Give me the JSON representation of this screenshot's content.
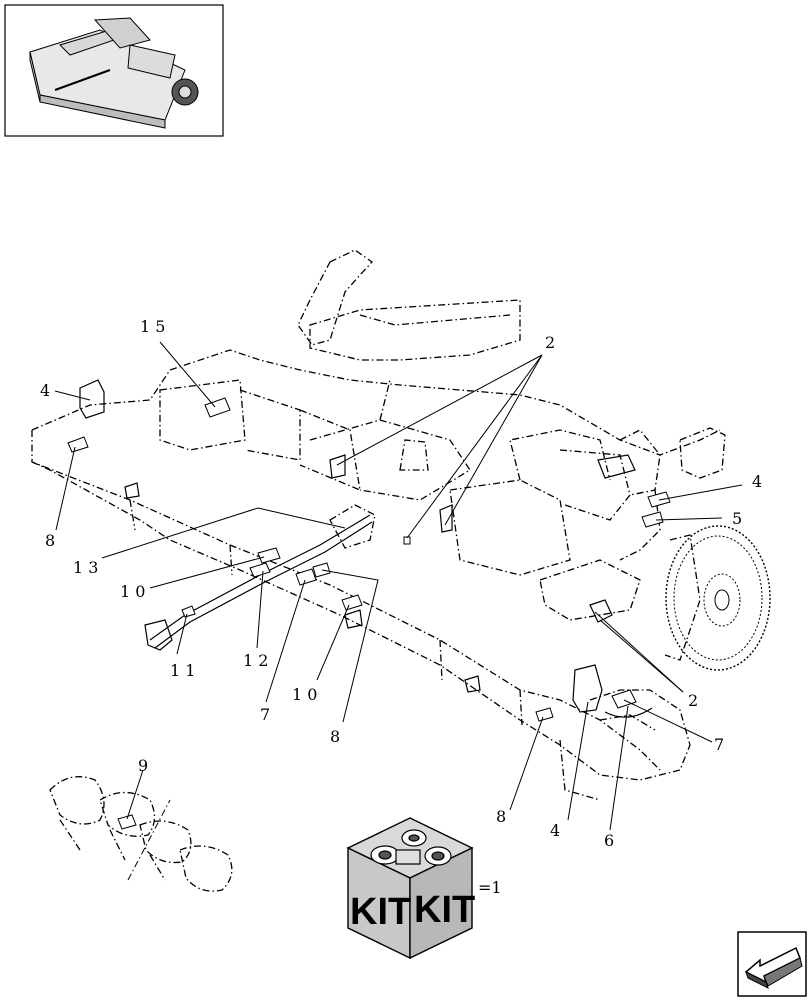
{
  "callouts": {
    "c15": "1 5",
    "c4_left": "4",
    "c8_left": "8",
    "c13": "1 3",
    "c10_left": "1 0",
    "c11": "1 1",
    "c12": "1 2",
    "c7_mid": "7",
    "c10_mid": "1 0",
    "c8_mid": "8",
    "c2_top": "2",
    "c4_right": "4",
    "c5": "5",
    "c2_right": "2",
    "c7_right": "7",
    "c6": "6",
    "c4_bottom": "4",
    "c8_bottom": "8",
    "c9": "9"
  },
  "kit": {
    "label_left": "KIT",
    "label_right": "KIT",
    "quantity": "=1"
  },
  "icons": {
    "thumbnail": "machine-overview-thumbnail",
    "nav": "previous-page-arrow-icon"
  }
}
